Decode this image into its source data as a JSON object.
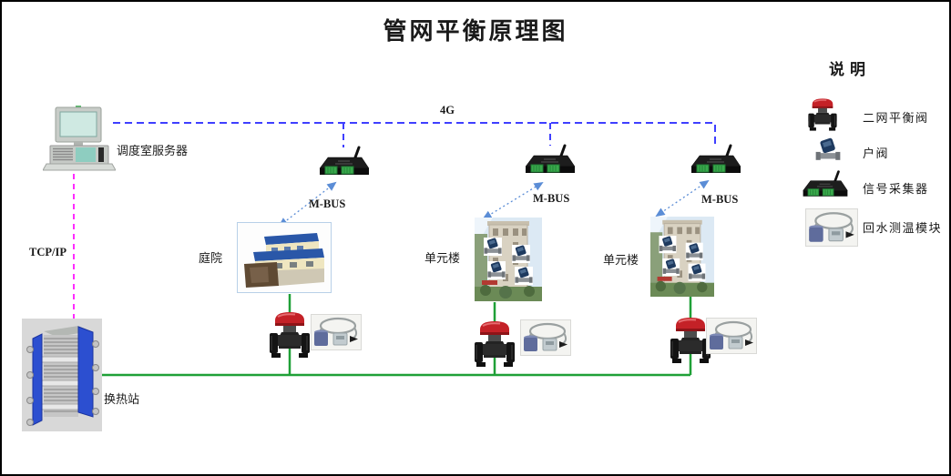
{
  "title": "管网平衡原理图",
  "colors": {
    "bus4g": "#3f3fff",
    "tcpip": "#ff2bff",
    "pipe": "#1fa037",
    "mbus": "#5b8dd6"
  },
  "links": {
    "wan_label": "4G",
    "lan_label": "TCP/IP",
    "mbus_label": "M-BUS"
  },
  "nodes": {
    "server": {
      "label": "调度室服务器"
    },
    "heat_station": {
      "label": "换热站"
    },
    "buildings": [
      {
        "label": "庭院"
      },
      {
        "label": "单元楼"
      },
      {
        "label": "单元楼"
      }
    ]
  },
  "legend": {
    "title": "说明",
    "items": [
      {
        "icon": "balance-valve-icon",
        "label": "二网平衡阀"
      },
      {
        "icon": "household-valve-icon",
        "label": "户阀"
      },
      {
        "icon": "signal-collector-icon",
        "label": "信号采集器"
      },
      {
        "icon": "return-water-temp-module-icon",
        "label": "回水测温模块"
      }
    ]
  }
}
